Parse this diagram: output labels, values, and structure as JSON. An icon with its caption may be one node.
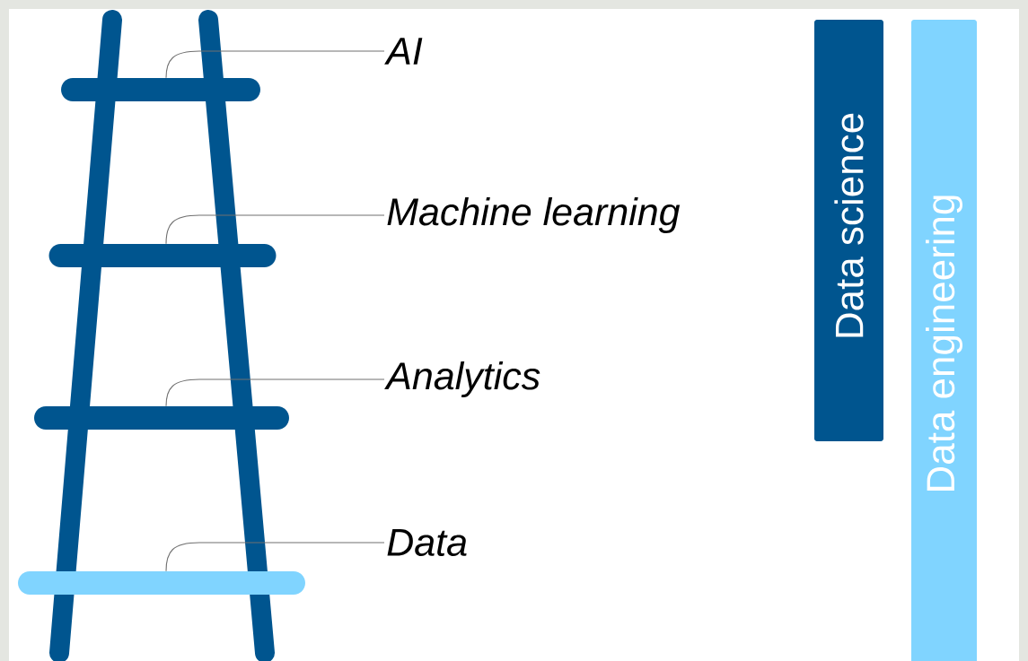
{
  "diagram": {
    "nodes": [
      {
        "text": [
          "AI"
        ]
      },
      {
        "text": [],
        "shape": "bar"
      },
      {
        "text": [
          "Machine learning"
        ]
      },
      {
        "text": [],
        "shape": "bar"
      },
      {
        "text": [
          "Analytics"
        ]
      },
      {
        "text": [],
        "shape": "bar"
      },
      {
        "text": [
          "Data"
        ]
      },
      {
        "text": [],
        "shape": "bar"
      },
      {
        "text": [
          "Data science"
        ]
      },
      {
        "text": [
          "Data engineering"
        ]
      }
    ],
    "edges": [
      {
        "from": 0,
        "to": 1,
        "arrow": "none"
      },
      {
        "from": 2,
        "to": 3,
        "arrow": "none"
      },
      {
        "from": 4,
        "to": 5,
        "arrow": "none"
      },
      {
        "from": 6,
        "to": 7,
        "arrow": "none"
      }
    ]
  }
}
